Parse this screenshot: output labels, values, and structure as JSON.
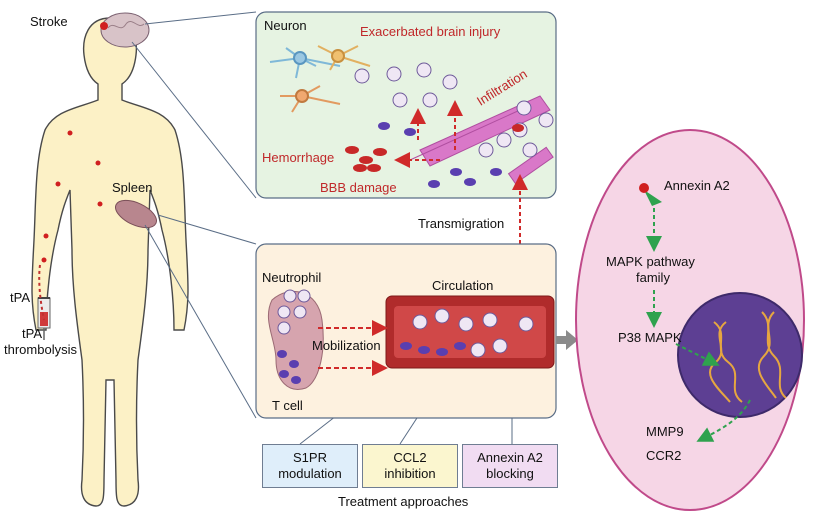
{
  "labels": {
    "stroke": "Stroke",
    "spleen": "Spleen",
    "tpa": "tPA",
    "tpa_thrombolysis_1": "tPA",
    "tpa_thrombolysis_2": "thrombolysis",
    "neuron": "Neuron",
    "exacerbated": "Exacerbated brain injury",
    "infiltration": "Infiltration",
    "hemorrhage": "Hemorrhage",
    "bbb_damage": "BBB damage",
    "transmigration": "Transmigration",
    "neutrophil": "Neutrophil",
    "circulation": "Circulation",
    "mobilization": "Mobilization",
    "t_cell": "T cell",
    "annexin_a2": "Annexin A2",
    "mapk_1": "MAPK pathway",
    "mapk_2": "family",
    "p38": "P38 MAPK",
    "mmp9": "MMP9",
    "ccr2": "CCR2",
    "treatment_title": "Treatment approaches"
  },
  "treatments": [
    {
      "line1": "S1PR",
      "line2": "modulation",
      "color": "#dfeefa"
    },
    {
      "line1": "CCL2",
      "line2": "inhibition",
      "color": "#fbf6cf"
    },
    {
      "line1": "Annexin A2",
      "line2": "blocking",
      "color": "#f1dcf2"
    }
  ],
  "colors": {
    "body": "#fcf1c6",
    "body_outline": "#4a4a4a",
    "brain_panel": "#e6f3e2",
    "spleen_panel": "#fdf1df",
    "cell": "#f6d6e6",
    "nucleus": "#5d3f93",
    "arrow_red": "#d02a2a",
    "arrow_green": "#2fa24e",
    "vessel": "#b02b2b"
  }
}
